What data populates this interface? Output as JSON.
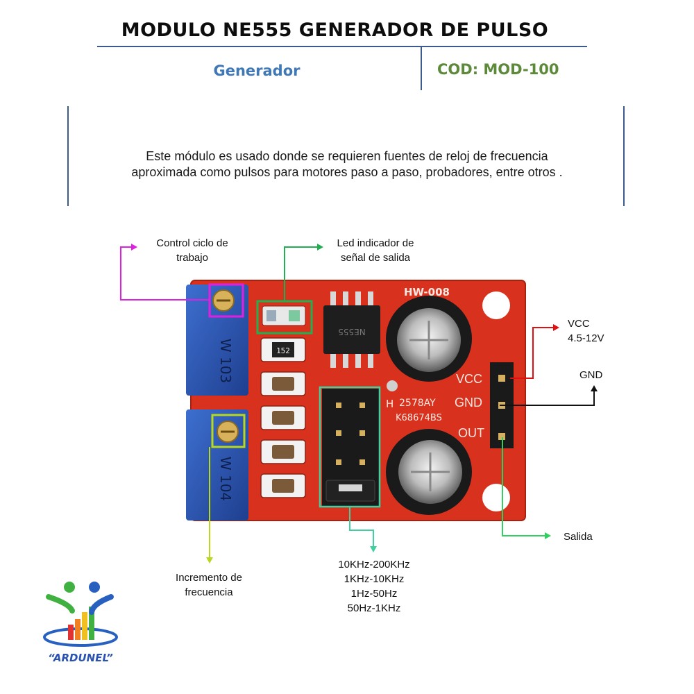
{
  "header": {
    "title": "MODULO NE555 GENERADOR DE PULSO",
    "category": "Generador",
    "code": "COD: MOD-100"
  },
  "description": {
    "line1": "Este módulo es usado donde se requieren fuentes de reloj de frecuencia",
    "line2": "aproximada como pulsos para motores paso a paso, probadores, entre otros ."
  },
  "board": {
    "model": "HW-008",
    "pot_top_marking": "W 103",
    "pot_bottom_marking": "W 104",
    "resistor_marking": "152",
    "chip_marking": "NE555",
    "cap_mark_1": "2578AY",
    "cap_mark_2": "K68674BS",
    "cap_mark_h": "H",
    "pin_vcc": "VCC",
    "pin_gnd": "GND",
    "pin_out": "OUT"
  },
  "callouts": {
    "duty_cycle": {
      "line1": "Control ciclo de",
      "line2": "trabajo",
      "color": "#e020e0"
    },
    "led": {
      "line1": "Led indicador de",
      "line2": "señal de salida",
      "color": "#20b050"
    },
    "vcc": {
      "line1": "VCC",
      "line2": "4.5-12V",
      "color": "#e01010"
    },
    "gnd": {
      "label": "GND",
      "color": "#111111"
    },
    "output": {
      "label": "Salida",
      "color": "#30d060"
    },
    "freq_increment": {
      "line1": "Incremento de",
      "line2": "frecuencia",
      "color": "#b8d820"
    },
    "ranges": {
      "items": [
        "10KHz-200KHz",
        "1KHz-10KHz",
        "1Hz-50Hz",
        "50Hz-1KHz"
      ],
      "color": "#40d0a0"
    }
  },
  "logo": {
    "text": "“ARDUNEL”"
  }
}
